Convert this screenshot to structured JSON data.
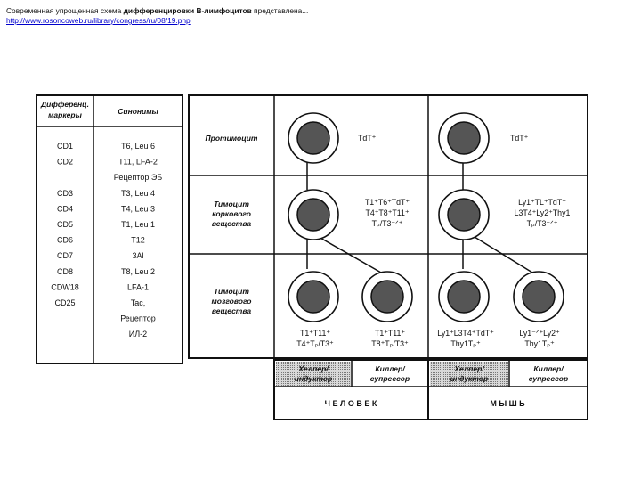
{
  "caption": {
    "prefix": "Современная упрощенная схема ",
    "bold": "дифференцировки В-лимфоцитов",
    "suffix": " представлена...",
    "link": "http://www.rosoncoweb.ru/library/congress/ru/08/19.php"
  },
  "left_table": {
    "header_markers": [
      "Дифференц.",
      "маркеры"
    ],
    "header_synonyms": "Синонимы",
    "rows": [
      {
        "marker": "CD1",
        "synonym": "T6, Leu 6"
      },
      {
        "marker": "CD2",
        "synonym": "T11, LFA-2"
      },
      {
        "marker": "",
        "synonym": "Рецептор ЭБ"
      },
      {
        "marker": "CD3",
        "synonym": "T3, Leu 4"
      },
      {
        "marker": "CD4",
        "synonym": "T4, Leu 3"
      },
      {
        "marker": "CD5",
        "synonym": "T1, Leu 1"
      },
      {
        "marker": "CD6",
        "synonym": "T12"
      },
      {
        "marker": "CD7",
        "synonym": "3Al"
      },
      {
        "marker": "CD8",
        "synonym": "T8, Leu 2"
      },
      {
        "marker": "CDW18",
        "synonym": "LFA-1"
      },
      {
        "marker": "CD25",
        "synonym": "Tac,"
      },
      {
        "marker": "",
        "synonym": "Рецептор"
      },
      {
        "marker": "",
        "synonym": "ИЛ-2"
      }
    ]
  },
  "stages": [
    {
      "label": [
        "Протимоцит"
      ]
    },
    {
      "label": [
        "Тимоцит",
        "коркового",
        "вещества"
      ]
    },
    {
      "label": [
        "Тимоцит",
        "мозгового",
        "вещества"
      ]
    }
  ],
  "human": {
    "prothymocyte": [
      "TdT⁺"
    ],
    "cortical": [
      "T1⁺T6⁺TdT⁺",
      "T4⁺T8⁺T11⁺",
      "Tₚ/T3⁻ᐟ⁺"
    ],
    "medullary_left": [
      "T1⁺T11⁺",
      "T4⁺Tₚ/T3⁺"
    ],
    "medullary_right": [
      "T1⁺T11⁺",
      "T8⁺Tₚ/T3⁺"
    ],
    "helper": [
      "Хелпер/",
      "индуктор"
    ],
    "killer": [
      "Киллер/",
      "супрессор"
    ],
    "species": "Ч Е Л О В Е К"
  },
  "mouse": {
    "prothymocyte": [
      "TdT⁺"
    ],
    "cortical": [
      "Ly1⁺TL⁺TdT⁺",
      "L3T4⁺Ly2⁺Thy1",
      "Tₚ/T3⁻ᐟ⁺"
    ],
    "medullary_left": [
      "Ly1⁺L3T4⁺TdT⁺",
      "Thy1Tₚ⁺"
    ],
    "medullary_right": [
      "Ly1⁻ᐟ⁺Ly2⁺",
      "Thy1Tₚ⁺"
    ],
    "helper": [
      "Хелпер/",
      "индуктор"
    ],
    "killer": [
      "Киллер/",
      "супрессор"
    ],
    "species": "М Ы Ш Ь"
  }
}
